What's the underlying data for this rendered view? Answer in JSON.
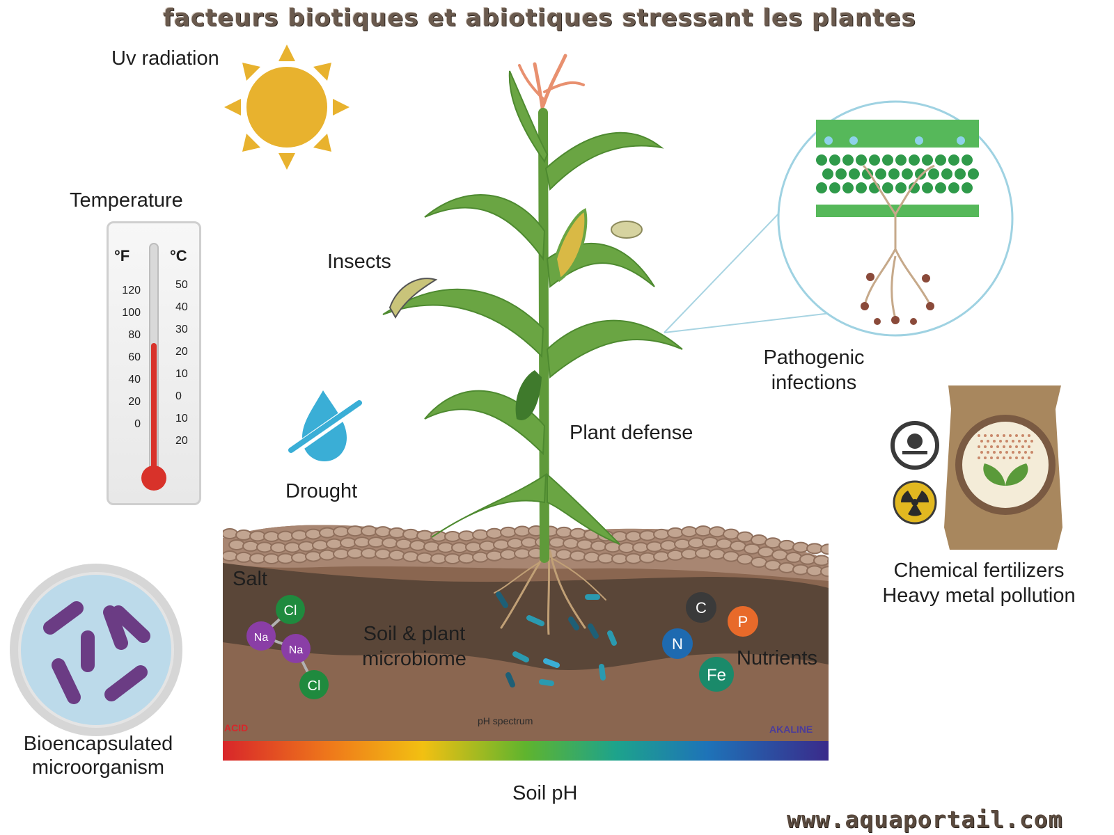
{
  "title": "facteurs biotiques et abiotiques stressant les plantes",
  "website": "www.aquaportail.com",
  "labels": {
    "uv": "Uv radiation",
    "temperature": "Temperature",
    "insects": "Insects",
    "pathogenic_line1": "Pathogenic",
    "pathogenic_line2": "infections",
    "plant_defense": "Plant defense",
    "drought": "Drought",
    "salt": "Salt",
    "microbiome_line1": "Soil & plant",
    "microbiome_line2": "microbiome",
    "nutrients": "Nutrients",
    "fertilizers_line1": "Chemical fertilizers",
    "fertilizers_line2": "Heavy metal pollution",
    "bioencap_line1": "Bioencapsulated",
    "bioencap_line2": "microorganism",
    "soil_ph": "Soil pH",
    "ph_spectrum": "pH spectrum",
    "acid": "ACID",
    "alkaline": "AKALINE"
  },
  "thermometer": {
    "unit_f": "°F",
    "unit_c": "°C",
    "f_ticks": [
      "120",
      "100",
      "80",
      "60",
      "40",
      "20",
      "0"
    ],
    "c_ticks": [
      "50",
      "40",
      "30",
      "20",
      "10",
      "0",
      "10",
      "20"
    ]
  },
  "ions": {
    "na": "Na",
    "cl": "Cl",
    "c": "C",
    "p": "P",
    "n": "N",
    "fe": "Fe"
  },
  "colors": {
    "sun": "#E8B22E",
    "soil_dark": "#5a4638",
    "soil_light": "#8a6650",
    "plant_green": "#6aa543",
    "drop_blue": "#3aaed6",
    "thermo_red": "#d8322a"
  }
}
